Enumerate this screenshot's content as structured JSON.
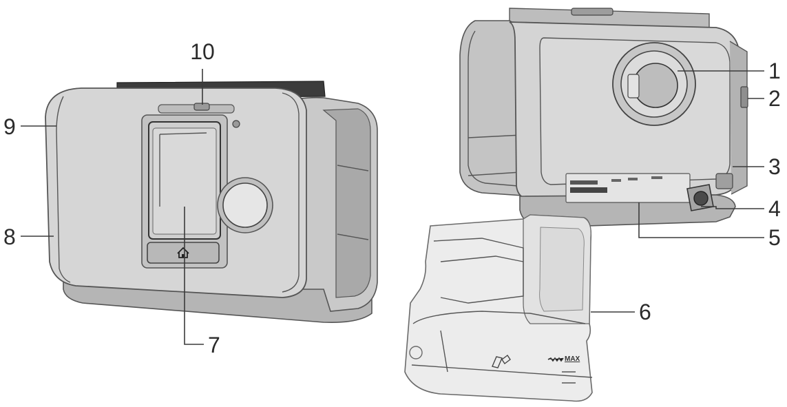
{
  "callouts": {
    "c1": "1",
    "c2": "2",
    "c3": "3",
    "c4": "4",
    "c5": "5",
    "c6": "6",
    "c7": "7",
    "c8": "8",
    "c9": "9",
    "c10": "10"
  },
  "tub_marking": "MAX",
  "colors": {
    "body_light": "#d6d6d6",
    "body_mid": "#bdbdbd",
    "body_dark": "#8a8a8a",
    "outline": "#555555",
    "screen": "#cfcfcf",
    "tub": "#ececec"
  },
  "icons": {
    "home_button": "home-icon"
  }
}
